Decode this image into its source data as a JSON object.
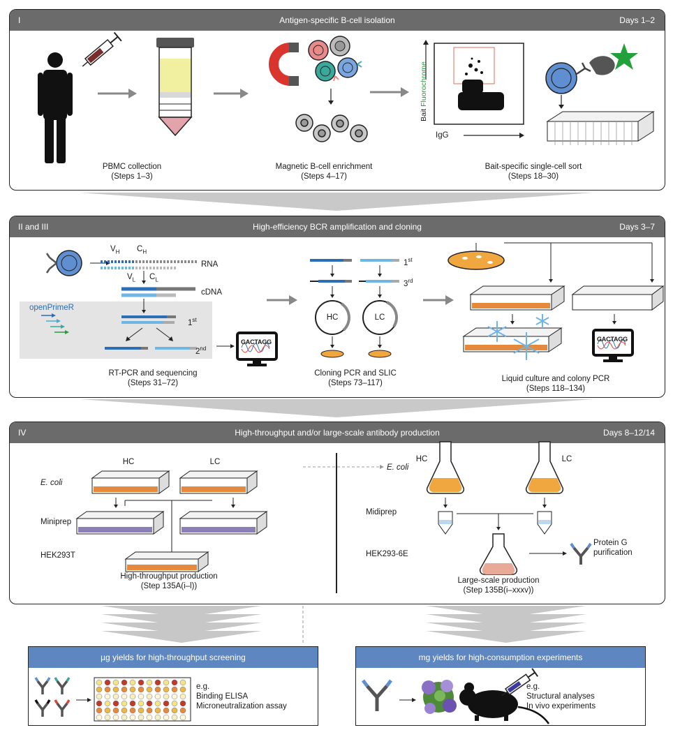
{
  "panel1": {
    "num": "I",
    "title": "Antigen-specific B-cell isolation",
    "days": "Days 1–2",
    "steps": [
      {
        "name": "PBMC collection",
        "range": "(Steps 1–3)"
      },
      {
        "name": "Magnetic B-cell enrichment",
        "range": "(Steps 4–17)"
      },
      {
        "name": "Bait-specific single-cell sort",
        "range": "(Steps 18–30)"
      }
    ],
    "facs": {
      "xlabel": "IgG",
      "ylabel_a": "Bait",
      "ylabel_b": "Fluorochrome"
    }
  },
  "panel2": {
    "num": "II and III",
    "title": "High-efficiency BCR amplification and cloning",
    "days": "Days 3–7",
    "labels": {
      "vh": "V",
      "vh_sub": "H",
      "ch": "C",
      "ch_sub": "H",
      "vl": "V",
      "vl_sub": "L",
      "cl": "C",
      "cl_sub": "L",
      "rna": "RNA",
      "cdna": "cDNA",
      "first": "1",
      "first_sup": "st",
      "second": "2",
      "second_sup": "nd",
      "third": "3",
      "third_sup": "rd",
      "openprimer": "openPrimeR",
      "seq": "GACTAGG",
      "hc": "HC",
      "lc": "LC"
    },
    "steps": [
      {
        "name": "RT-PCR and sequencing",
        "range": "(Steps 31–72)"
      },
      {
        "name": "Cloning PCR and SLIC",
        "range": "(Steps 73–117)"
      },
      {
        "name": "Liquid culture and colony PCR",
        "range": "(Steps 118–134)"
      }
    ]
  },
  "panel3": {
    "num": "IV",
    "title": "High-throughput and/or large-scale antibody production",
    "days": "Days 8–12/14",
    "left": {
      "hc": "HC",
      "lc": "LC",
      "ecoli": "E. coli",
      "miniprep": "Miniprep",
      "hek": "HEK293T",
      "name": "High-throughput production",
      "range": "(Step 135A(i–l))"
    },
    "right": {
      "hc": "HC",
      "lc": "LC",
      "ecoli": "E. coli",
      "midiprep": "Midiprep",
      "hek": "HEK293-6E",
      "protein_a": "Protein G",
      "protein_b": "purification",
      "name": "Large-scale production",
      "range": "(Step 135B(i–xxxv))"
    }
  },
  "out_left": {
    "title": "µg yields for high-throughput screening",
    "eg": "e.g.",
    "lines": [
      "Binding ELISA",
      "Microneutralization assay"
    ]
  },
  "out_right": {
    "title": "mg yields for high-consumption experiments",
    "eg": "e.g.",
    "lines": [
      "Structural analyses",
      "In vivo experiments"
    ]
  },
  "colors": {
    "header": "#6b6b6b",
    "out_header": "#5e86c0",
    "cell_blue": "#5f8fd0",
    "plate_orange": "#e58a3c",
    "plate_purple": "#8b7fb8",
    "tube_yellow": "#f0f0a0",
    "tube_pink": "#e3a3aa"
  }
}
